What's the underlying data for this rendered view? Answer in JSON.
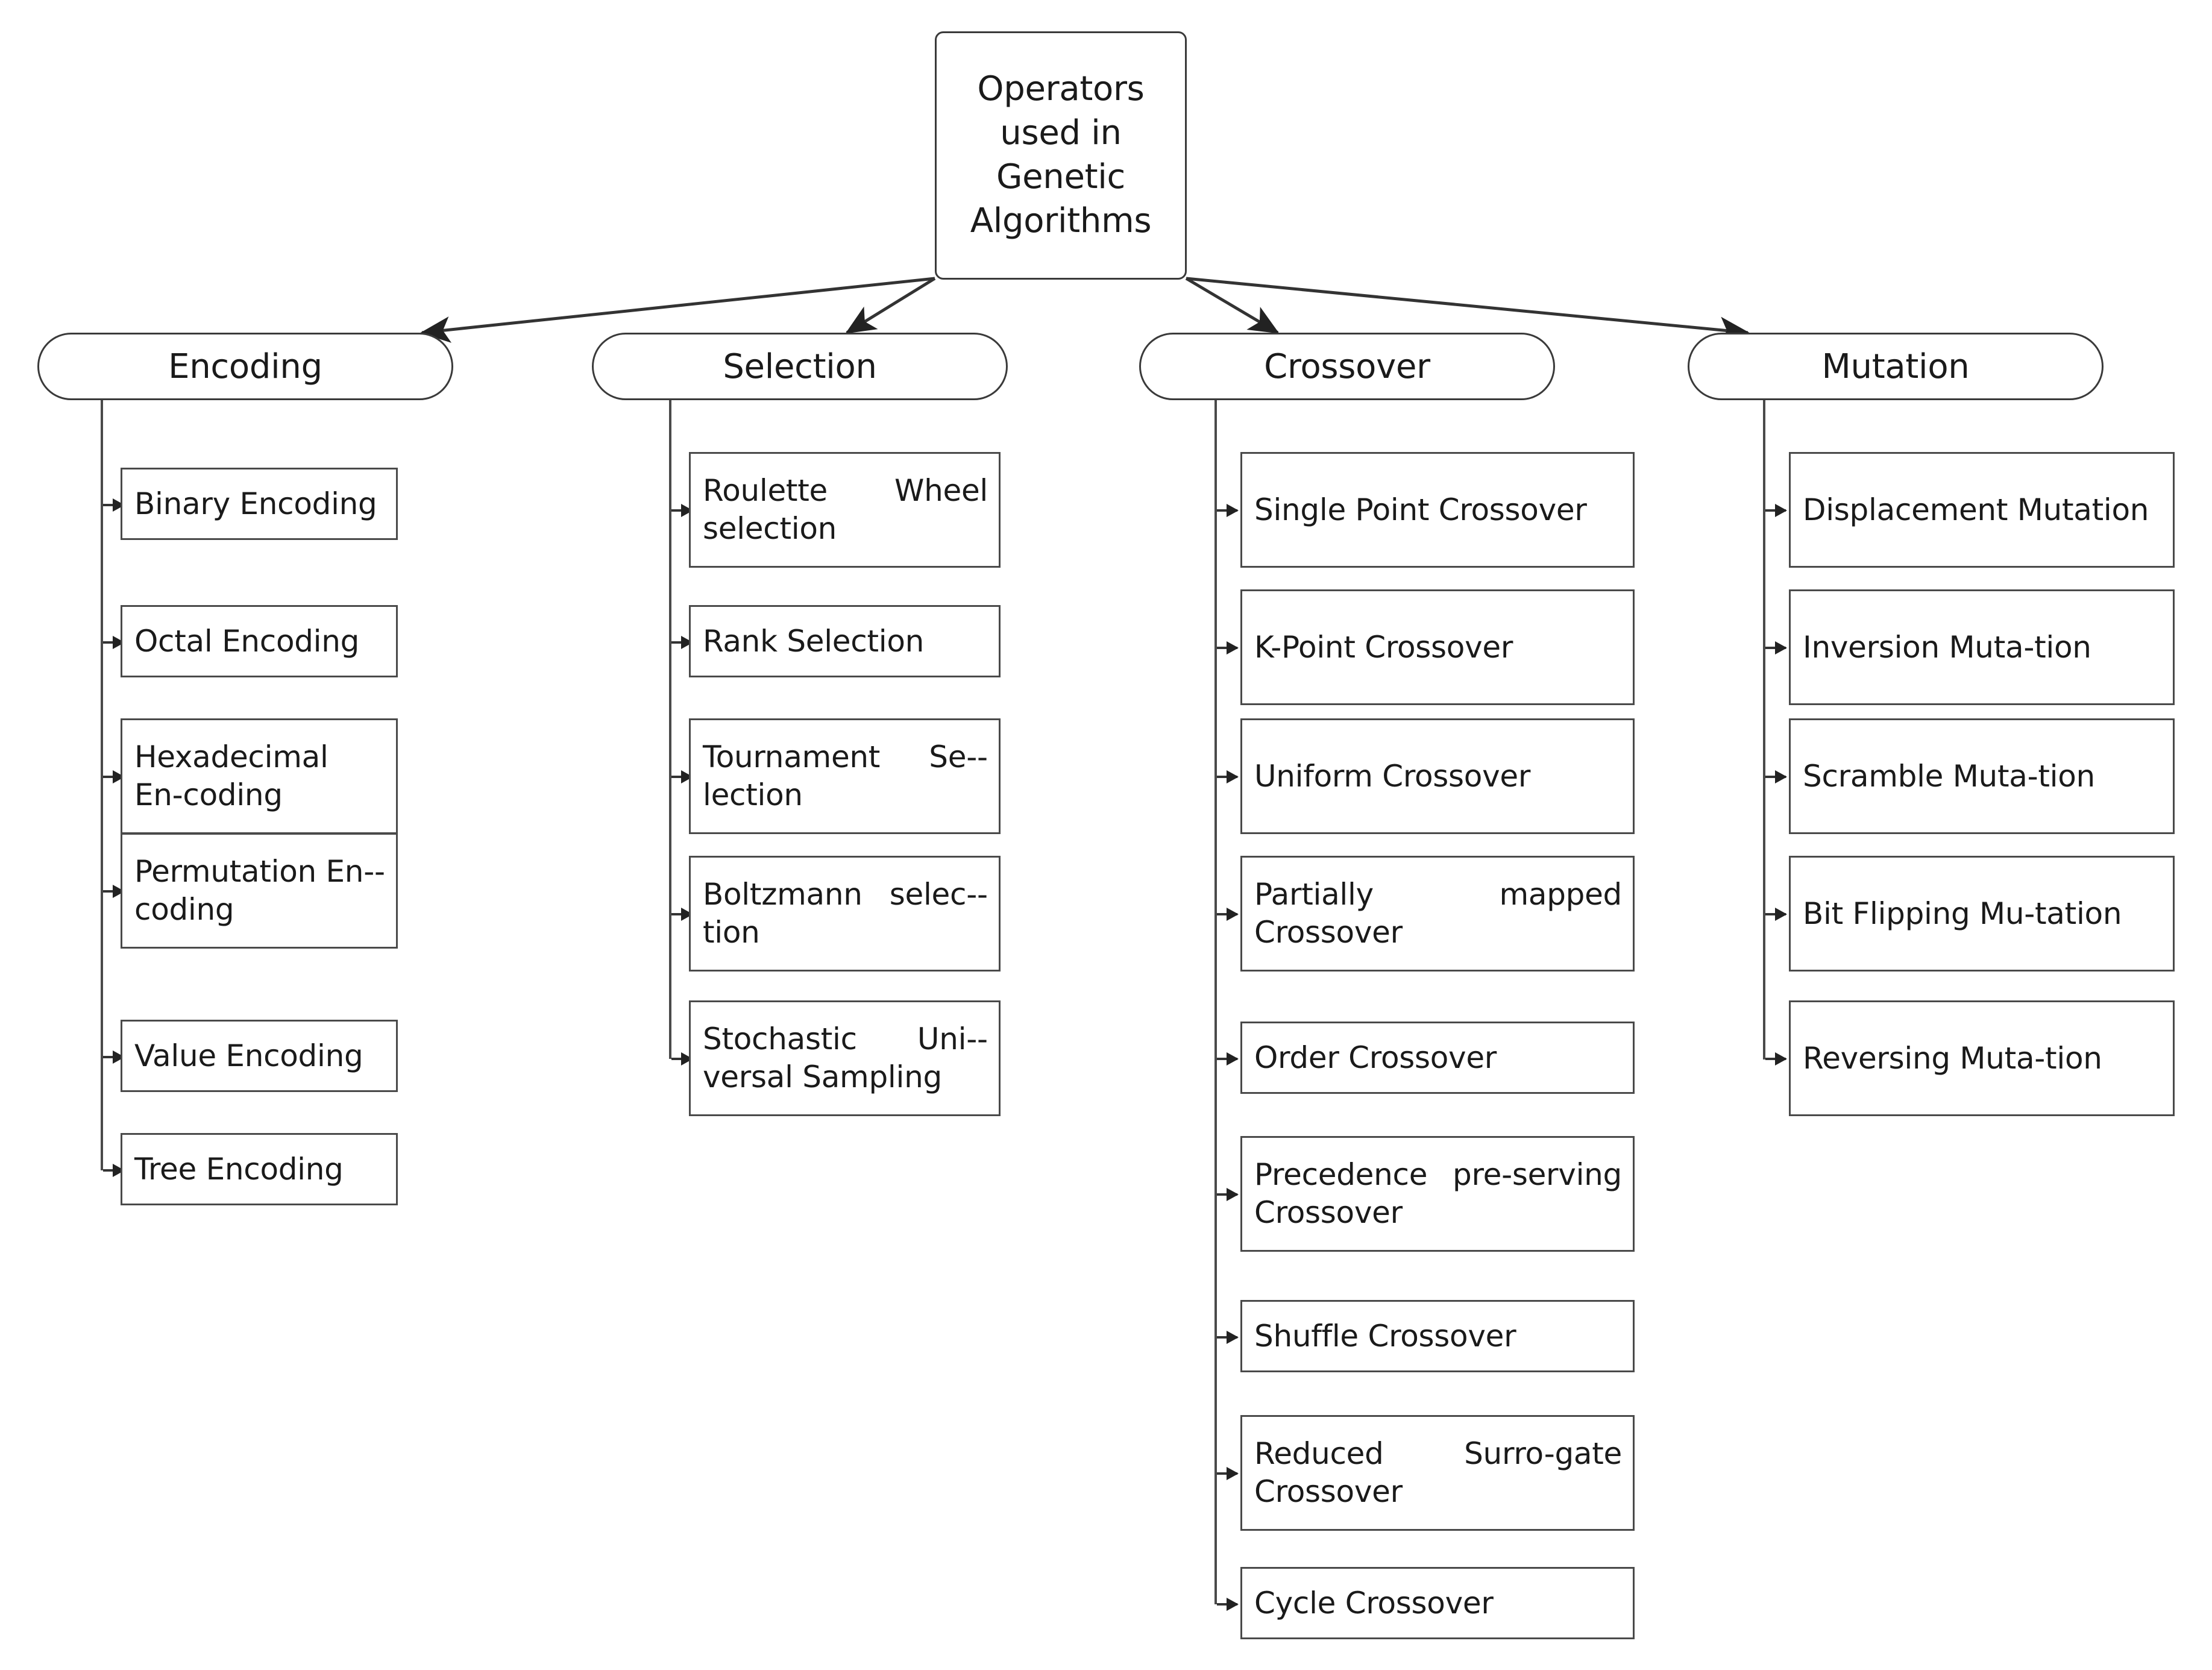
{
  "diagram": {
    "type": "tree",
    "root": {
      "label_lines": [
        "Operators",
        "used in",
        "Genetic",
        "Algorithms"
      ],
      "shape": "rounded-rectangle"
    },
    "branches": [
      {
        "label": "Encoding",
        "shape": "pill",
        "children": [
          {
            "label": "Binary Encoding"
          },
          {
            "label": "Octal Encoding"
          },
          {
            "label": "Hexadecimal En-­coding"
          },
          {
            "label": "Permutation En-­coding"
          },
          {
            "label": "Value Encoding"
          },
          {
            "label": "Tree Encoding"
          }
        ]
      },
      {
        "label": "Selection",
        "shape": "pill",
        "children": [
          {
            "label": "Roulette Wheel selection"
          },
          {
            "label": "Rank Selection"
          },
          {
            "label": "Tournament Se-­lection"
          },
          {
            "label": "Boltzmann selec-­tion"
          },
          {
            "label": "Stochastic Uni-­versal Sampling"
          }
        ]
      },
      {
        "label": "Crossover",
        "shape": "pill",
        "children": [
          {
            "label": "Single Point Crossover"
          },
          {
            "label": "K-Point Crossover"
          },
          {
            "label": "Uniform Crossover"
          },
          {
            "label": "Partially mapped Crossover"
          },
          {
            "label": "Order Crossover"
          },
          {
            "label": "Precedence pre-­serving Crossover"
          },
          {
            "label": "Shuffle Crossover"
          },
          {
            "label": "Reduced Surro-­gate Crossover"
          },
          {
            "label": "Cycle Crossover"
          }
        ]
      },
      {
        "label": "Mutation",
        "shape": "pill",
        "children": [
          {
            "label": "Displacement Mutation"
          },
          {
            "label": "Inversion Muta-­tion"
          },
          {
            "label": "Scramble Muta-­tion"
          },
          {
            "label": "Bit Flipping Mu-­tation"
          },
          {
            "label": "Reversing Muta-­tion"
          }
        ]
      }
    ],
    "colors": {
      "background": "#ffffff",
      "node_border": "#3a3a3a",
      "leaf_border": "#4a4a4a",
      "edge": "#333333",
      "text": "#1a1a1a"
    }
  }
}
